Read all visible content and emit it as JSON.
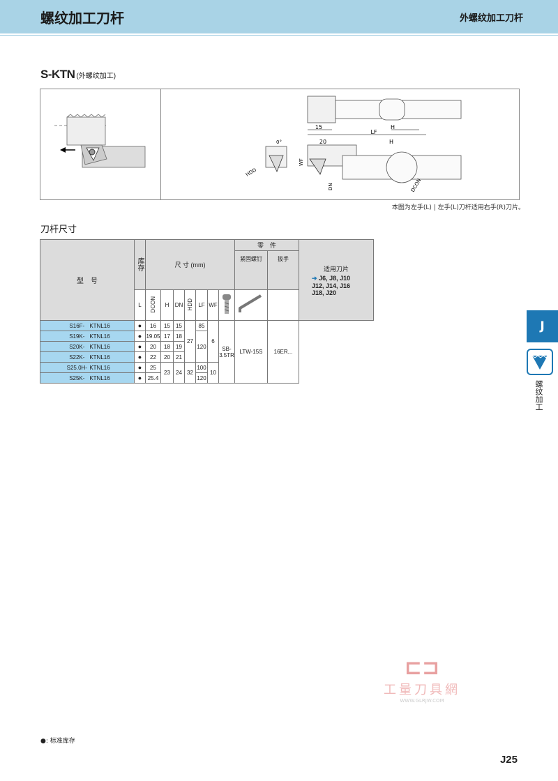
{
  "header": {
    "title": "螺纹加工刀杆",
    "category": "外螺纹加工刀杆"
  },
  "model": {
    "code": "S-KTN",
    "desc": "(外螺纹加工)"
  },
  "drawing": {
    "labels": {
      "dim15": "15",
      "lf": "LF",
      "h_top": "H",
      "dim20": "20",
      "h_bot": "H",
      "wf": "WF",
      "dn": "DN",
      "dcon": "DCON",
      "hdd": "HDD",
      "angle": "0°"
    }
  },
  "note": "本图为左手(L) | 左手(L)刀杆适用右手(R)刀片。",
  "section_title": "刀杆尺寸",
  "table": {
    "headers": {
      "model": "型　号",
      "stock": "库存",
      "dims": "尺 寸 (mm)",
      "parts": "零　件",
      "screw": "紧固螺钉",
      "wrench": "扳手",
      "insert": "适用刀片",
      "insert_list": "J6, J8, J10 J12, J14, J16 J18, J20",
      "col_L": "L",
      "col_DCON": "DCON",
      "col_H": "H",
      "col_DN": "DN",
      "col_HDD": "HDD",
      "col_LF": "LF",
      "col_WF": "WF"
    },
    "rows": [
      {
        "prefix": "S16F-",
        "suffix": "KTNL16",
        "stock": "●",
        "dcon": "16",
        "h": "15",
        "dn": "15",
        "lf": "85"
      },
      {
        "prefix": "S19K-",
        "suffix": "KTNL16",
        "stock": "●",
        "dcon": "19.05",
        "h": "17",
        "dn": "18"
      },
      {
        "prefix": "S20K-",
        "suffix": "KTNL16",
        "stock": "●",
        "dcon": "20",
        "h": "18",
        "dn": "19"
      },
      {
        "prefix": "S22K-",
        "suffix": "KTNL16",
        "stock": "●",
        "dcon": "22",
        "h": "20",
        "dn": "21"
      },
      {
        "prefix": "S25.0H-",
        "suffix": "KTNL16",
        "stock": "●",
        "dcon": "25",
        "lf": "100"
      },
      {
        "prefix": "S25K-",
        "suffix": "KTNL16",
        "stock": "●",
        "dcon": "25.4",
        "lf": "120"
      }
    ],
    "merged": {
      "hdd_a": "27",
      "lf_a": "120",
      "wf_a": "6",
      "h_b": "23",
      "dn_b": "24",
      "hdd_b": "32",
      "wf_b": "10",
      "screw": "SB-3.5TR",
      "wrench": "LTW-15S",
      "insert": "16ER..."
    }
  },
  "side": {
    "tab": "J",
    "label": "螺纹加工"
  },
  "watermark": {
    "cn": "工量刀具網",
    "url": "WWW.GLRJW.COM"
  },
  "legend": "●: 标准库存",
  "page_number": "J25"
}
